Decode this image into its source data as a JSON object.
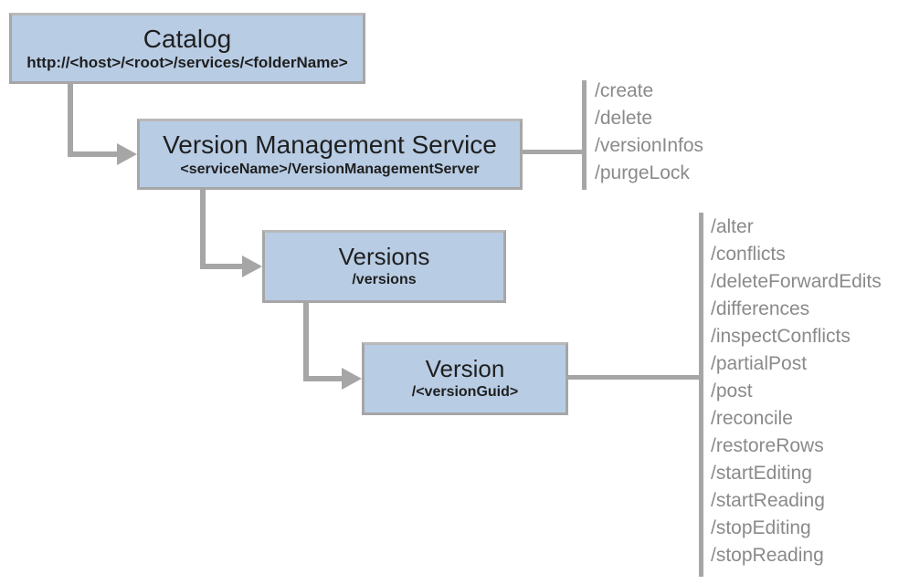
{
  "colors": {
    "box_fill": "#b8cce4",
    "box_border": "#a6a6a6",
    "connector": "#a6a6a6",
    "operation_text": "#8a8a8a",
    "title_text": "#1f1f1f"
  },
  "nodes": [
    {
      "id": "catalog",
      "title": "Catalog",
      "subtitle": "http://<host>/<root>/services/<folderName>"
    },
    {
      "id": "version-management-service",
      "title": "Version Management Service",
      "subtitle": "<serviceName>/VersionManagementServer",
      "operations": [
        "/create",
        "/delete",
        "/versionInfos",
        "/purgeLock"
      ]
    },
    {
      "id": "versions",
      "title": "Versions",
      "subtitle": "/versions"
    },
    {
      "id": "version",
      "title": "Version",
      "subtitle": "/<versionGuid>",
      "operations": [
        "/alter",
        "/conflicts",
        "/deleteForwardEdits",
        "/differences",
        "/inspectConflicts",
        "/partialPost",
        "/post",
        "/reconcile",
        "/restoreRows",
        "/startEditing",
        "/startReading",
        "/stopEditing",
        "/stopReading"
      ]
    }
  ]
}
